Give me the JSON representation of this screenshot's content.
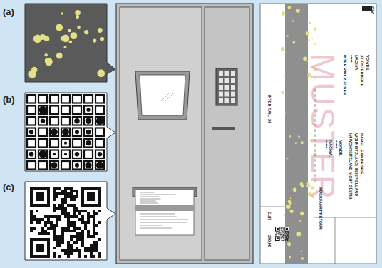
{
  "diagram": {
    "labels": [
      "(a)",
      "(b)",
      "(c)",
      "CIV",
      "VON/DE:",
      "AT ÖSTERREICH",
      "NACH/A:",
      "*****",
      "INTER RAIL 2 ZONEN",
      "NAME: LENA BEISPIEL",
      "WOHNSITZLAND: BEISPIELLAND",
      "IM WOHNSITZLAND NICHT GÜLTIG",
      "VON/DE:",
      "*****",
      "NACH/A:",
      "*****",
      "RÜCKFAHRT/RETOUR",
      "INTER RAIL -25",
      "EUR",
      "280,00",
      "MUSTER"
    ]
  }
}
